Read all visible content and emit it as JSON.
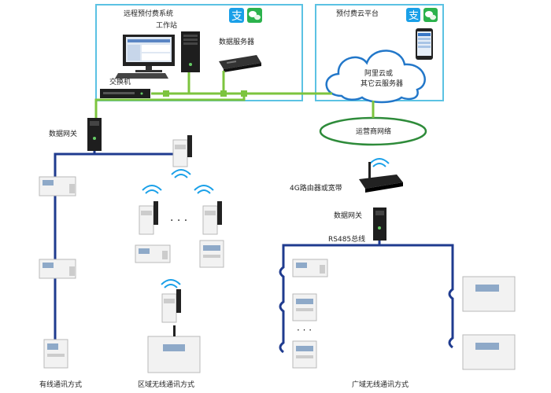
{
  "labels": {
    "remote_system": "远程预付费系统",
    "workstation": "工作站",
    "data_server": "数据服务器",
    "switch": "交换机",
    "cloud_platform": "预付费云平台",
    "cloud_line1": "阿里云或",
    "cloud_line2": "其它云服务器",
    "operator_network": "运营商网络",
    "data_gateway_left": "数据网关",
    "router": "4G路由器或宽带",
    "data_gateway_right": "数据网关",
    "rs485": "RS485总线",
    "wired_mode": "有线通讯方式",
    "area_wireless_mode": "区域无线通讯方式",
    "wide_wireless_mode": "广域无线通讯方式",
    "ellipsis_mid": "· · ·",
    "ellipsis_right": "· · ·"
  },
  "colors": {
    "frame": "#5bc2e3",
    "ethernet": "#7cc43e",
    "bus": "#1f3b8f",
    "alipay": "#1aa0e8",
    "wechat": "#2bb24c",
    "cloud": "#2277c9"
  },
  "icons": [
    "alipay-icon",
    "wechat-icon",
    "wifi-icon",
    "cloud-icon",
    "monitor-icon",
    "server-icon",
    "switch-icon",
    "gateway-icon",
    "router-icon",
    "meter-icon",
    "smartphone-icon"
  ]
}
